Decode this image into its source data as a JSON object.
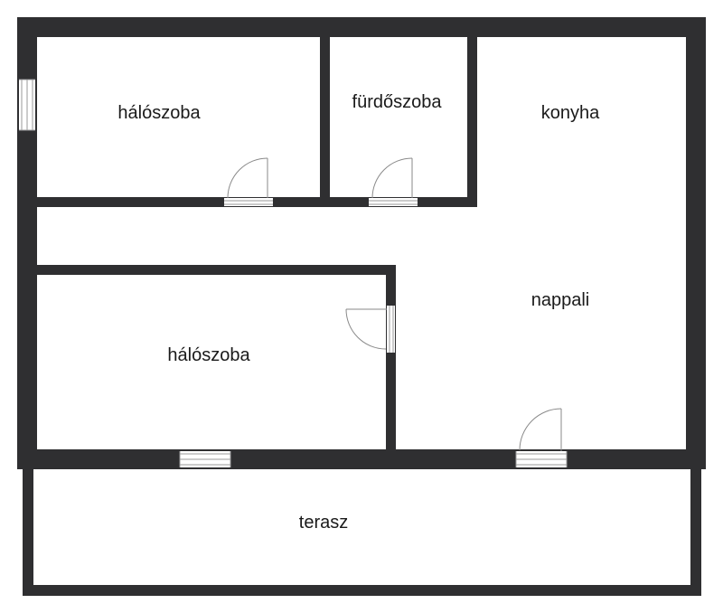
{
  "rooms": {
    "bedroom_top": "hálószoba",
    "bathroom": "fürdőszoba",
    "kitchen": "konyha",
    "living_room": "nappali",
    "bedroom_bottom": "hálószoba",
    "terrace": "terasz"
  },
  "colors": {
    "wall": "#2f2f31",
    "background": "#ffffff",
    "fixture_line": "#8a8a8a"
  }
}
